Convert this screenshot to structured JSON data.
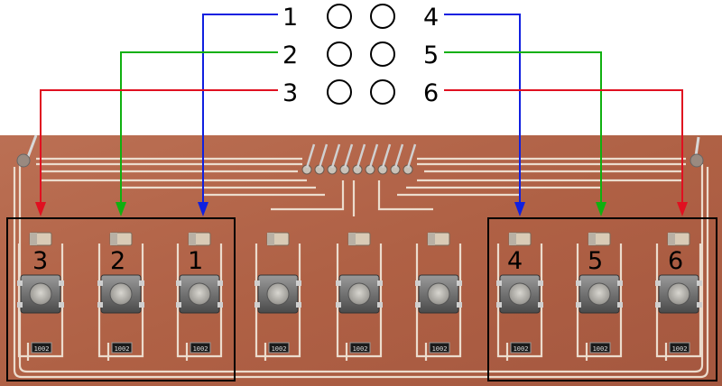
{
  "legend": {
    "left_labels": [
      "1",
      "2",
      "3"
    ],
    "right_labels": [
      "4",
      "5",
      "6"
    ]
  },
  "board": {
    "left_group_labels": [
      "3",
      "2",
      "1"
    ],
    "right_group_labels": [
      "4",
      "5",
      "6"
    ],
    "resistor_marking": "1002"
  },
  "colors": {
    "wire_1_4": "#1020e0",
    "wire_2_5": "#10b010",
    "wire_3_6": "#e01020",
    "pcb_copper": "#b86a4e",
    "trace": "#e8d6c8",
    "group_box": "#000000"
  }
}
